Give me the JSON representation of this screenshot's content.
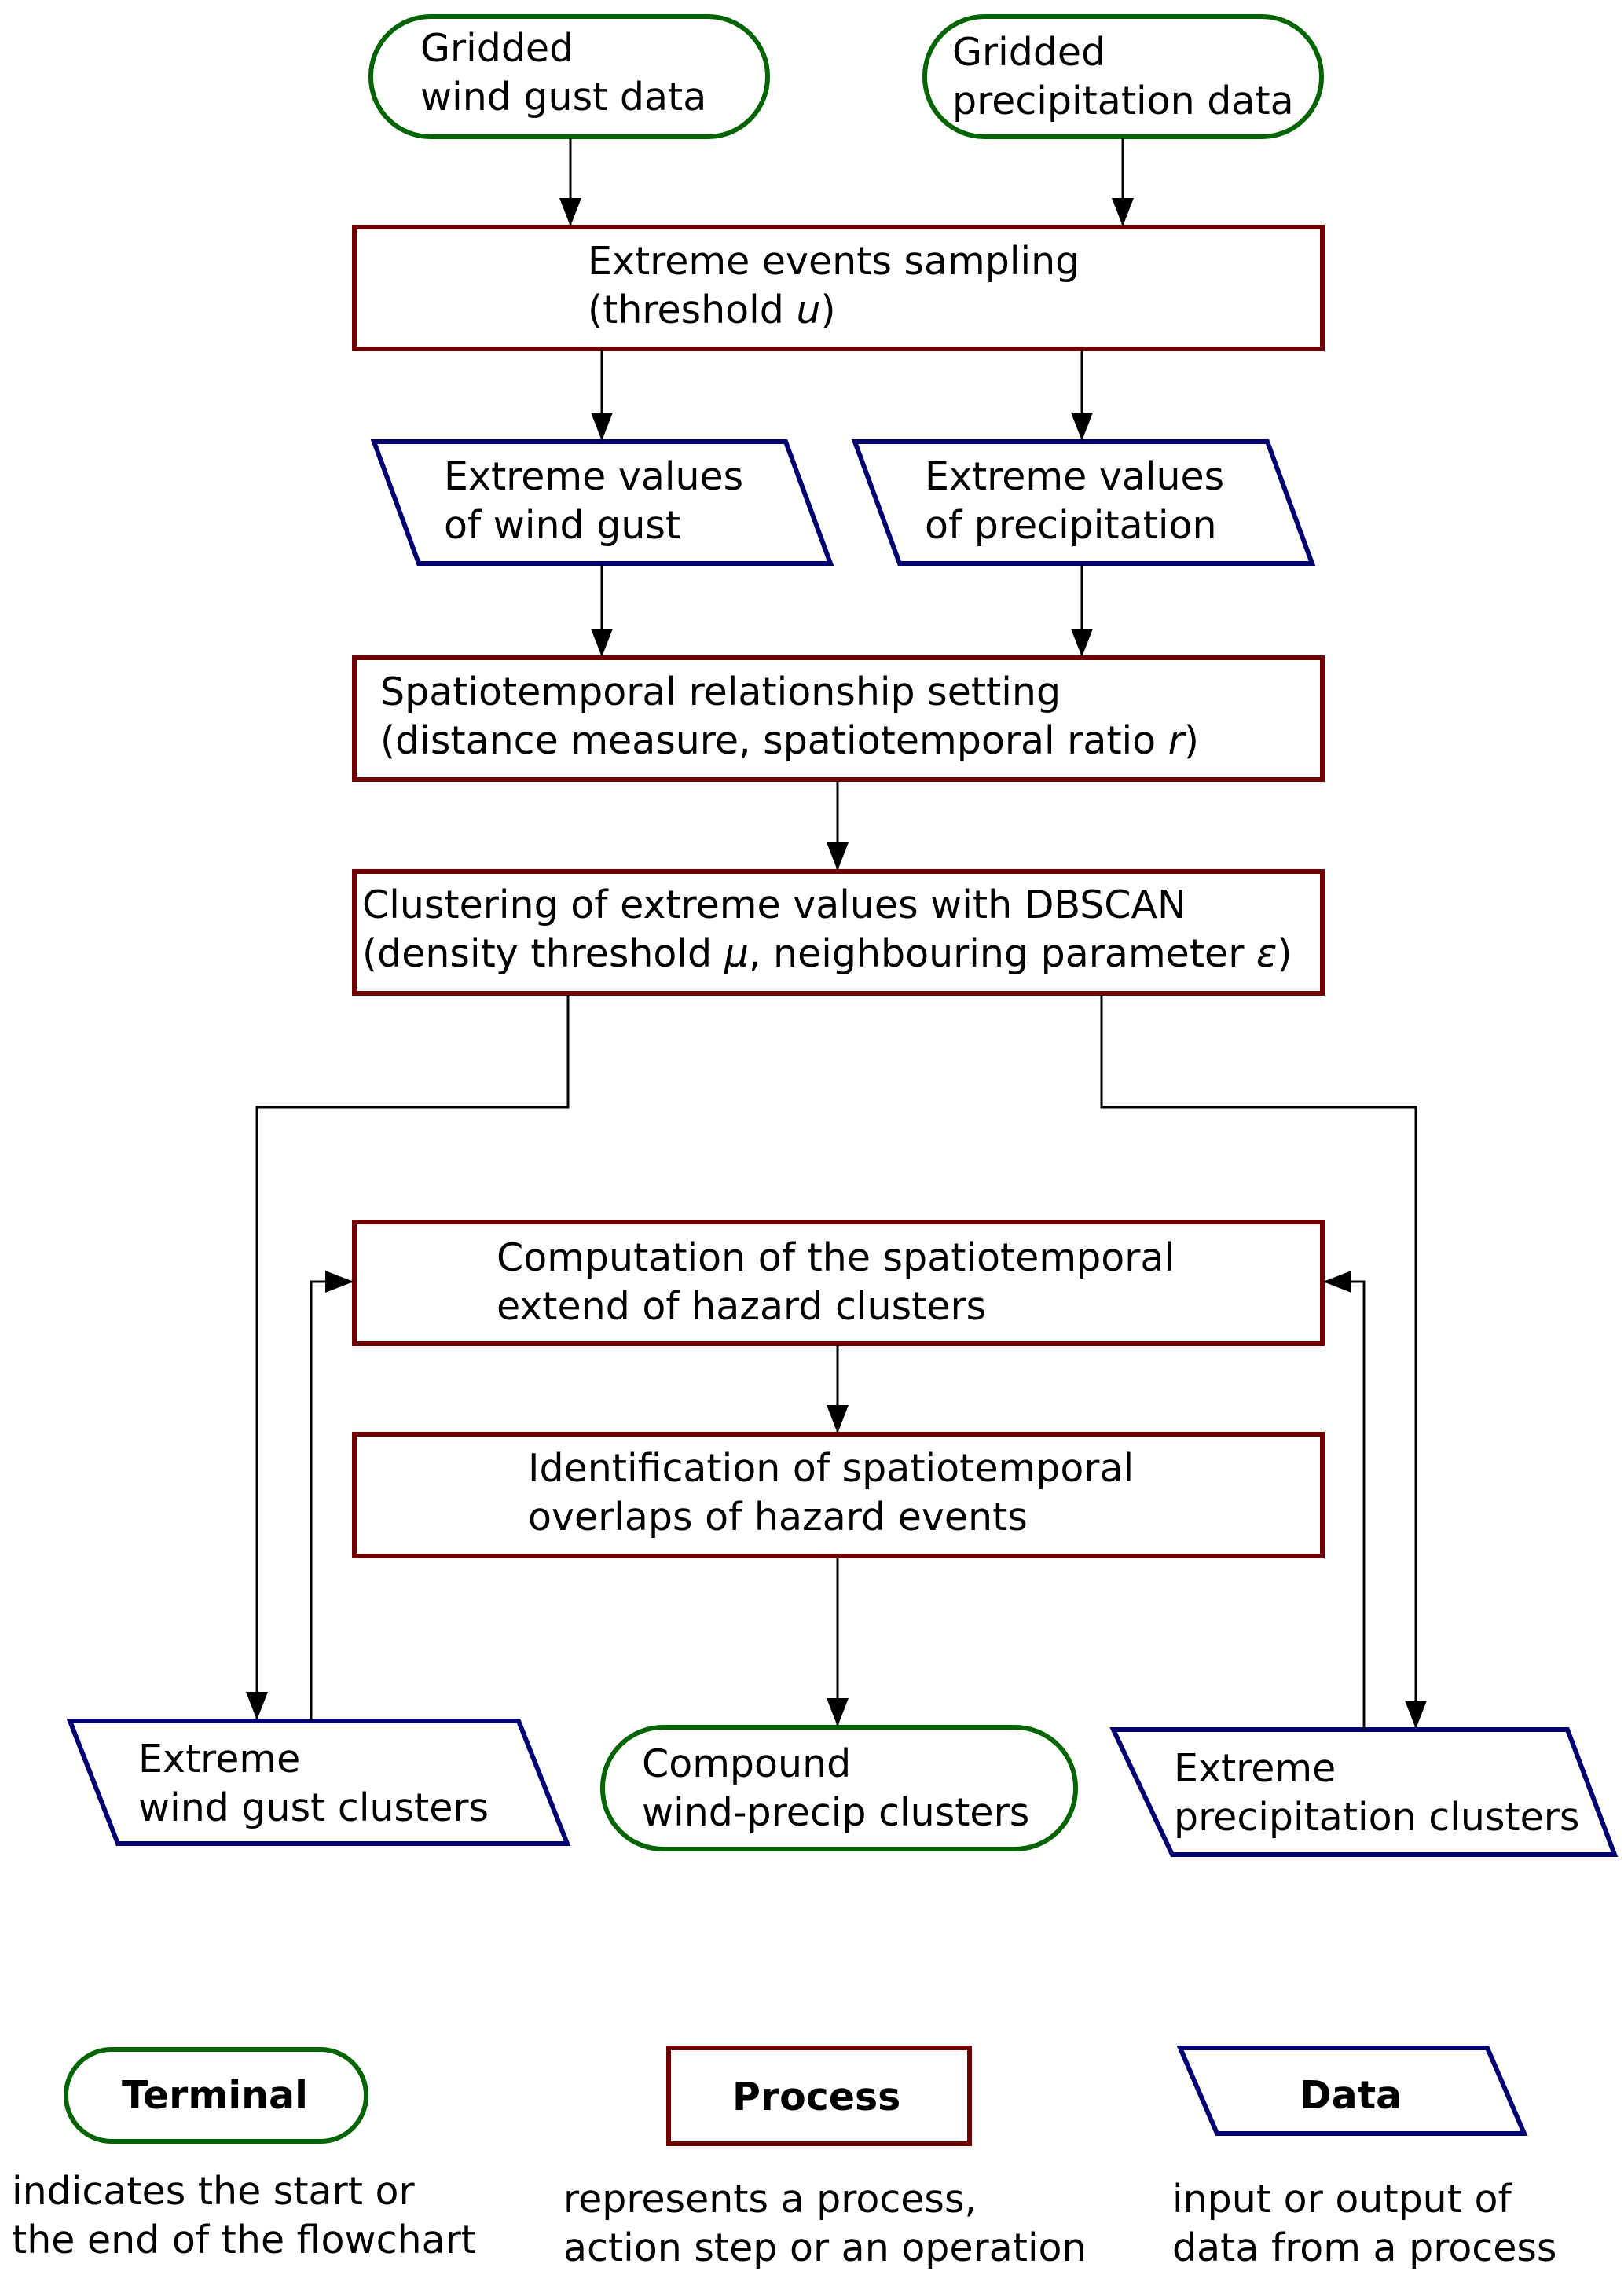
{
  "nodes": {
    "wind_input": {
      "line1": "Gridded",
      "line2": "wind gust data"
    },
    "precip_input": {
      "line1": "Gridded",
      "line2": "precipitation data"
    },
    "sampling": {
      "line1": "Extreme events sampling",
      "line2a": "(threshold ",
      "line2v": "u",
      "line2b": ")"
    },
    "wind_extremes": {
      "line1": "Extreme values",
      "line2": "of wind gust"
    },
    "precip_extremes": {
      "line1": "Extreme values",
      "line2": "of precipitation"
    },
    "relationship": {
      "line1": "Spatiotemporal relationship setting",
      "line2a": "(distance measure, spatiotemporal ratio ",
      "line2v": "r",
      "line2b": ")"
    },
    "clustering": {
      "line1": "Clustering of extreme values with DBSCAN",
      "line2a": "(density threshold ",
      "line2v1": "μ",
      "line2m": ", neighbouring parameter ",
      "line2v2": "ε",
      "line2b": ")"
    },
    "extent": {
      "line1": "Computation of the spatiotemporal",
      "line2": "extend of hazard clusters"
    },
    "overlaps": {
      "line1": "Identification of spatiotemporal",
      "line2": "overlaps of hazard events"
    },
    "wind_clusters": {
      "line1": "Extreme",
      "line2": "wind gust clusters"
    },
    "compound": {
      "line1": "Compound",
      "line2": "wind-precip clusters"
    },
    "precip_clusters": {
      "line1": "Extreme",
      "line2": "precipitation clusters"
    }
  },
  "legend": {
    "terminal": {
      "label": "Terminal",
      "desc1": "indicates the start or",
      "desc2": "the end of the flowchart"
    },
    "process": {
      "label": "Process",
      "desc1": "represents a process,",
      "desc2": "action step or an operation"
    },
    "data": {
      "label": "Data",
      "desc1": "input or output of",
      "desc2": "data from a process"
    }
  },
  "colors": {
    "terminal": "#006400",
    "process": "#700000",
    "data": "#000070"
  }
}
